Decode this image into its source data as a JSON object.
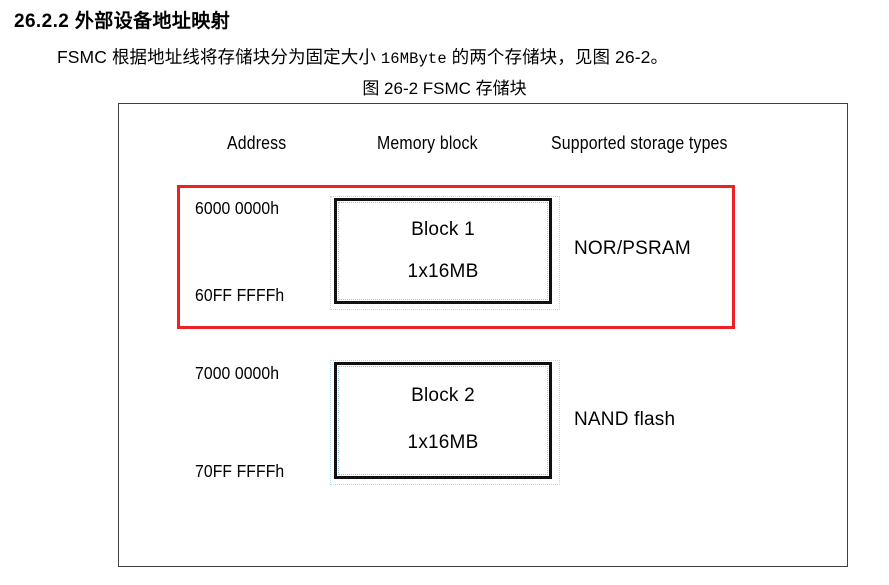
{
  "document": {
    "section_number": "26.2.2",
    "section_title": "外部设备地址映射",
    "heading": "26.2.2  外部设备地址映射",
    "paragraph_prefix": "FSMC 根据地址线将存储块分为固定大小 ",
    "paragraph_mono": "16MByte",
    "paragraph_suffix": " 的两个存储块，见图 26-2。",
    "figure_caption": "图 26-2 FSMC 存储块"
  },
  "figure": {
    "columns": {
      "address": "Address",
      "memory_block": "Memory block",
      "storage_types": "Supported storage types"
    },
    "highlight": {
      "color": "#ED2024",
      "target": "block-1-row"
    },
    "rows": [
      {
        "id": "block-1",
        "address_start": "6000 0000h",
        "address_end": "60FF FFFFh",
        "block_name": "Block 1",
        "block_size": "1x16MB",
        "storage_type": "NOR/PSRAM",
        "highlighted": true
      },
      {
        "id": "block-2",
        "address_start": "7000 0000h",
        "address_end": "70FF FFFFh",
        "block_name": "Block 2",
        "block_size": "1x16MB",
        "storage_type": "NAND flash",
        "highlighted": false
      }
    ]
  }
}
